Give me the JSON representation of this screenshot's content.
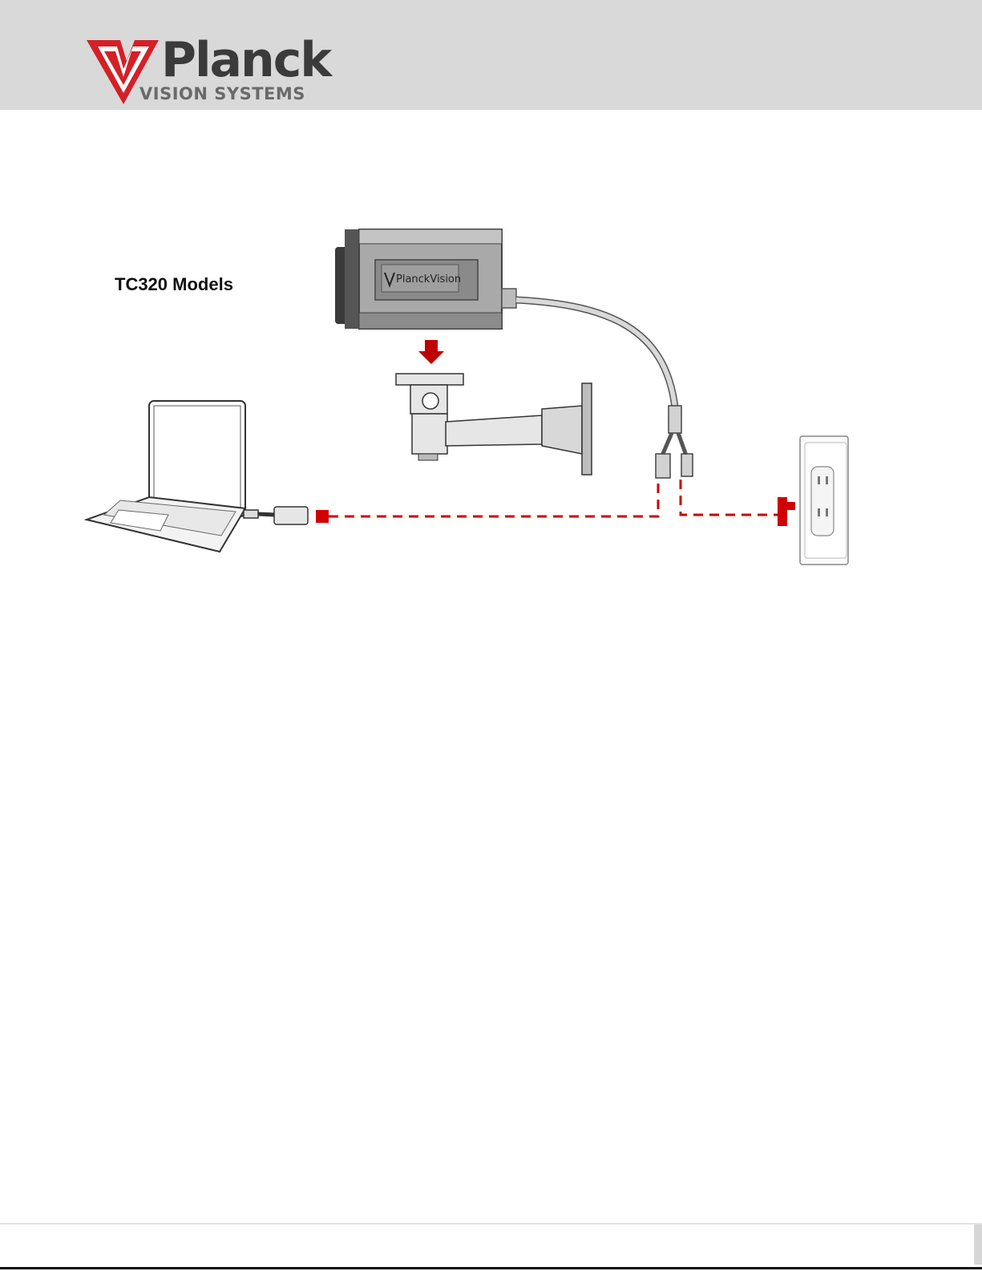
{
  "header": {
    "brand_name": "Planck",
    "brand_subtitle": "VISION SYSTEMS"
  },
  "diagram": {
    "title": "TC320 Models",
    "camera_label": "PlanckVision",
    "connection_color": "#d00000"
  },
  "icons": [
    "logo-icon",
    "camera-icon",
    "down-arrow-icon",
    "wall-mount-icon",
    "laptop-icon",
    "usb-ethernet-adapter-icon",
    "wall-outlet-icon"
  ]
}
